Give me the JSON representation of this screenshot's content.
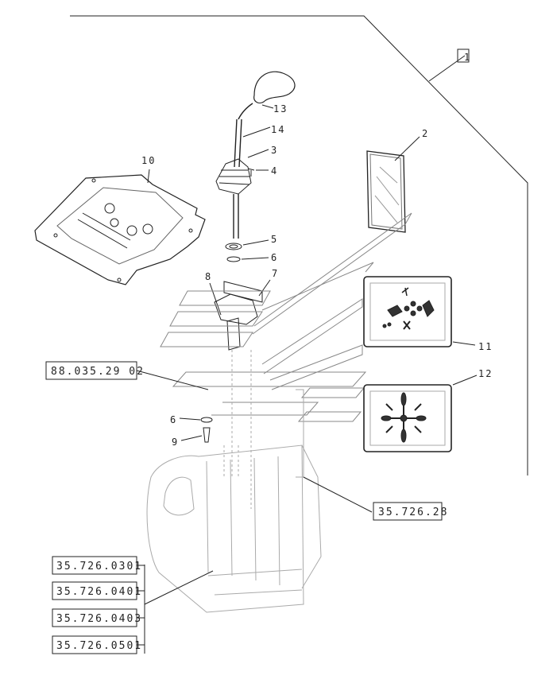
{
  "diagram": {
    "callouts": {
      "c1": "1",
      "c2": "2",
      "c3": "3",
      "c4": "4",
      "c5": "5",
      "c6a": "6",
      "c6b": "6",
      "c7": "7",
      "c8": "8",
      "c9": "9",
      "c10": "10",
      "c11": "11",
      "c12": "12",
      "c13": "13",
      "c14": "14"
    },
    "references": {
      "r1": "88.035.29 02",
      "r2": "35.726.28",
      "r3": "35.726.0301",
      "r4": "35.726.0401",
      "r5": "35.726.0403",
      "r6": "35.726.0501"
    }
  }
}
